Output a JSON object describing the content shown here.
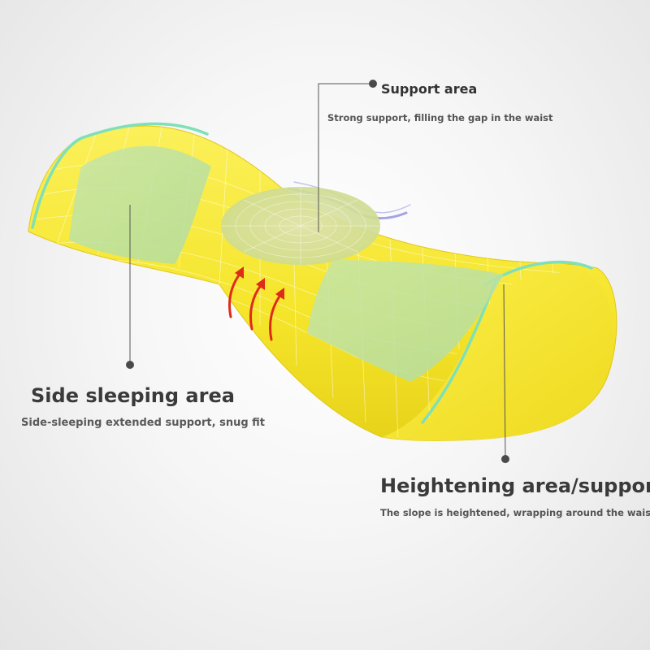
{
  "annotations": {
    "support_area": {
      "title": "Support area",
      "description": "Strong support, filling the gap in the waist"
    },
    "side_sleeping_area": {
      "title": "Side sleeping area",
      "description": "Side-sleeping extended support, snug fit"
    },
    "heightening_area": {
      "title": "Heightening area/support",
      "description": "The slope is heightened, wrapping around the waist"
    }
  },
  "colors": {
    "pillow_body": "#f5e52a",
    "pillow_shadow": "#e2cb12",
    "pillow_edge": "#7fe0b8",
    "support_zone": "#c9d9a0",
    "side_zone": "#b8e0a8",
    "arrow": "#e02a1a",
    "callout_line": "#555555",
    "wave": "#8a8ae0"
  }
}
